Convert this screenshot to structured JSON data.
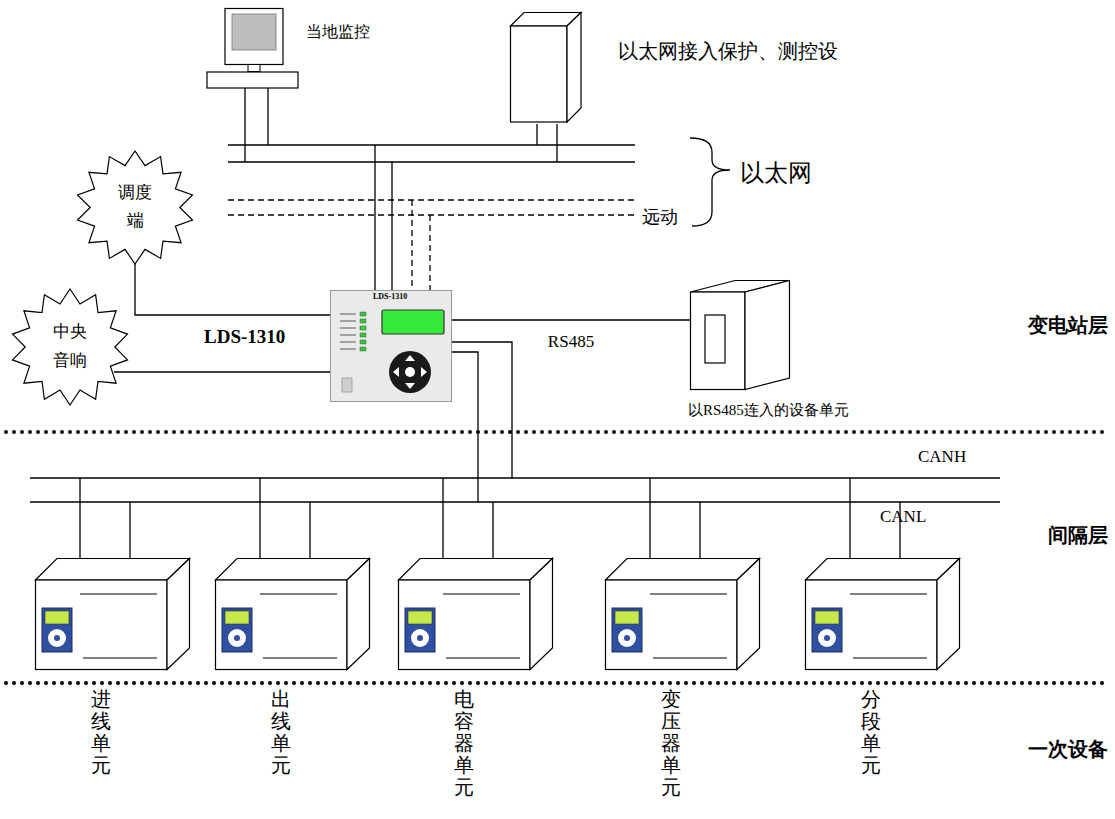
{
  "diagram": {
    "nodes": [
      {
        "text": [
          "当地监控"
        ]
      },
      {
        "text": [
          "以太网接入保护、测控设"
        ]
      },
      {
        "text": [
          "调度端"
        ]
      },
      {
        "text": [
          "中央音响"
        ]
      },
      {
        "text": [
          "LDS-1310"
        ]
      },
      {
        "text": [
          "以RS485连入的设备单元"
        ]
      },
      {
        "text": [
          "进线单元"
        ]
      },
      {
        "text": [
          "出线单元"
        ]
      },
      {
        "text": [
          "电容器单元"
        ]
      },
      {
        "text": [
          "变压器单元"
        ]
      },
      {
        "text": [
          "分段单元"
        ]
      }
    ],
    "edges": [
      {
        "from": 4,
        "to": 2,
        "arrow": "none"
      },
      {
        "from": 4,
        "to": 3,
        "arrow": "none"
      },
      {
        "from": 4,
        "to": 5,
        "label": "RS485",
        "arrow": "none"
      }
    ],
    "labels": [
      "以太网",
      "远动",
      "变电站层",
      "CANH",
      "CANL",
      "间隔层",
      "一次设备",
      "LDS-1310"
    ]
  }
}
